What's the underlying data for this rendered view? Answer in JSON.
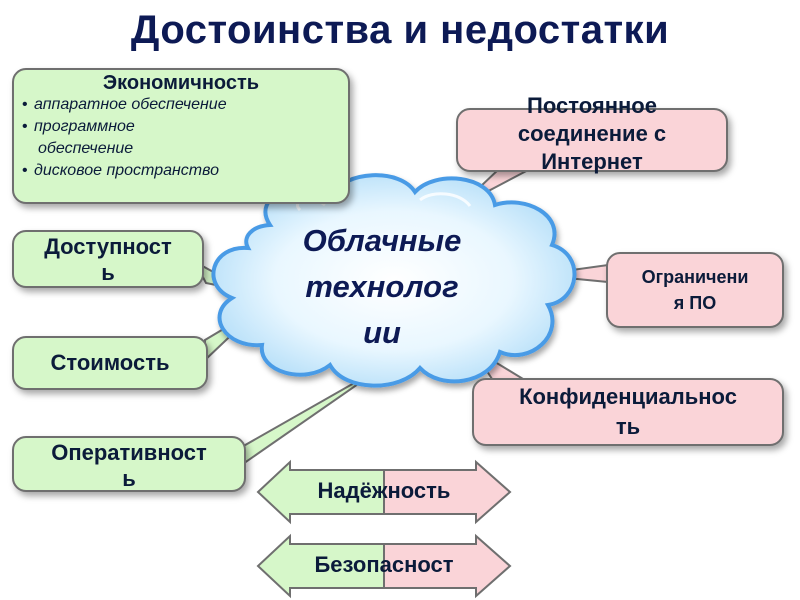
{
  "title": "Достоинства и недостатки",
  "center": [
    "Облачные",
    "технолог",
    "ии"
  ],
  "economy": {
    "heading": "Экономичность",
    "items": [
      "аппаратное обеспечение",
      "программное",
      "обеспечение",
      "дисковое пространство"
    ]
  },
  "advantages": {
    "availability": [
      "Доступност",
      "ь"
    ],
    "cost": "Стоимость",
    "speed": [
      "Оперативност",
      "ь"
    ]
  },
  "disadvantages": {
    "connection": [
      "Постоянное",
      "соединение с",
      "Интернет"
    ],
    "software": [
      "Ограничени",
      "я ПО"
    ],
    "privacy": [
      "Конфиденциальнос",
      "ть"
    ]
  },
  "arrows": {
    "reliability": "Надёжность",
    "security": "Безопасност"
  },
  "colors": {
    "advantage": "#d6f7c9",
    "disadvantage": "#fad4d8",
    "title": "#0d1a55",
    "cloud_fill": "#dff3ff",
    "cloud_edge": "#4a9be6"
  }
}
